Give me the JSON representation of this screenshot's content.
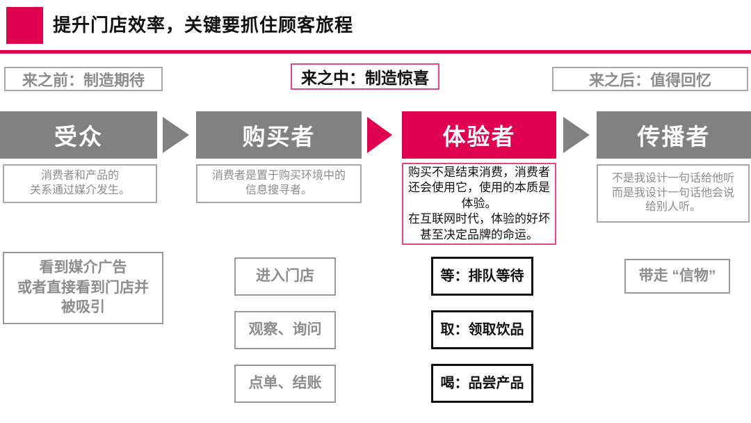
{
  "title": "提升门店效率，关键要抓住顾客旅程",
  "colors": {
    "accent": "#E00050",
    "stage_gray": "#818181",
    "muted_text": "#8C8C8C",
    "muted_border": "#A6A6A6"
  },
  "phases": [
    {
      "label": "来之前：制造期待"
    },
    {
      "label": "来之中：制造惊喜"
    },
    {
      "label": "来之后：值得回忆"
    }
  ],
  "stages": [
    {
      "name": "受众",
      "description": "消费者和产品的\n关系通过媒介发生。"
    },
    {
      "name": "购买者",
      "description": "消费者是置于购买环境中的\n信息搜寻者。"
    },
    {
      "name": "体验者",
      "description": "购买不是结束消费，消费者还会使用它，使用的本质是体验。\n在互联网时代，体验的好坏甚至决定品牌的命运。"
    },
    {
      "name": "传播者",
      "description": "不是我设计一句话给他听\n而是我设计一句话他会说\n给别人听。"
    }
  ],
  "actions": {
    "audience": "看到媒介广告\n或者直接看到门店并\n被吸引",
    "buyer": [
      "进入门店",
      "观察、询问",
      "点单、结账"
    ],
    "experiencer": [
      "等：排队等待",
      "取：领取饮品",
      "喝：品尝产品"
    ],
    "spreader": "带走 “信物”"
  }
}
